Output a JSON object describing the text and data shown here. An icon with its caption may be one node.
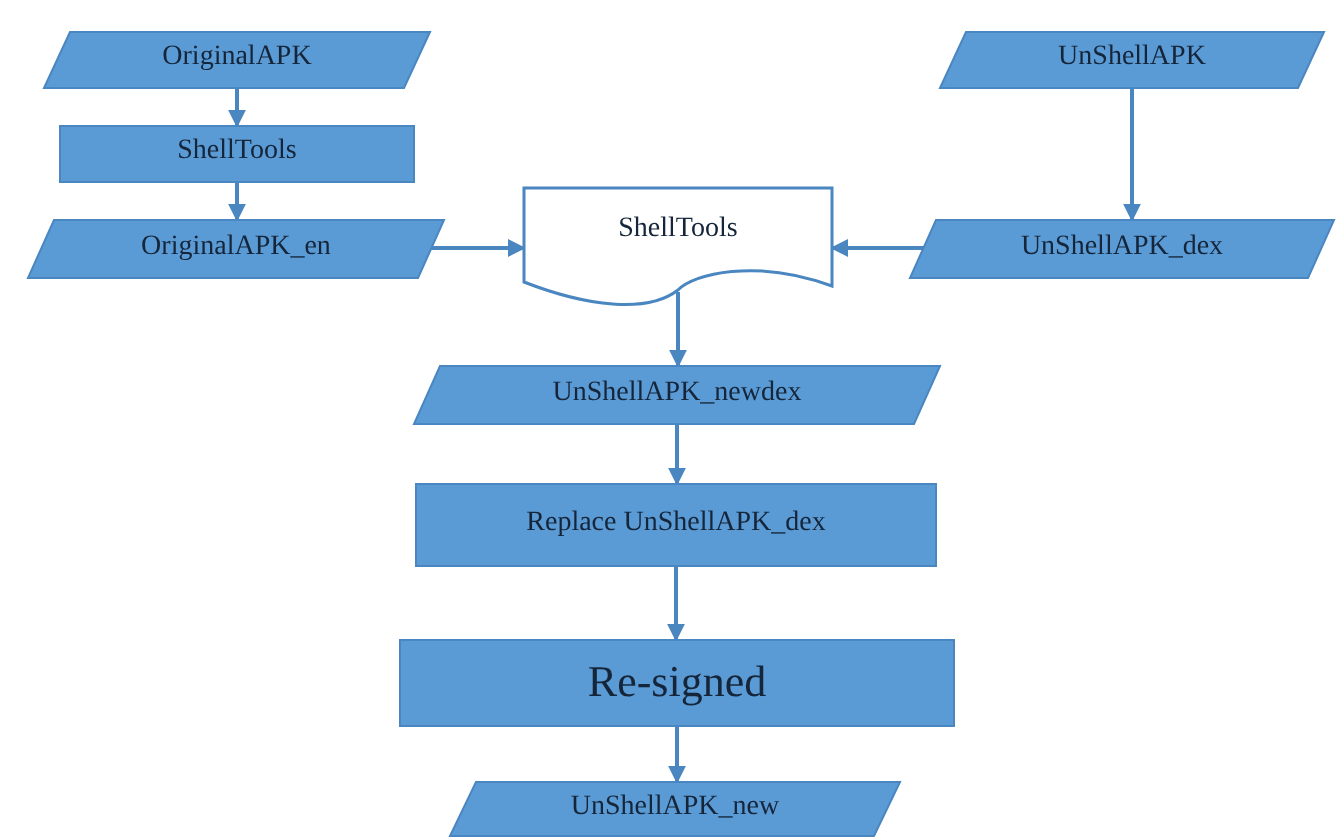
{
  "diagram": {
    "nodes": [
      {
        "text": [
          "OriginalAPK"
        ]
      },
      {
        "text": [
          "ShellTools"
        ]
      },
      {
        "text": [
          "OriginalAPK_en"
        ]
      },
      {
        "text": [
          "UnShellAPK"
        ]
      },
      {
        "text": [
          "ShellTools"
        ]
      },
      {
        "text": [
          "UnShellAPK_dex"
        ]
      },
      {
        "text": [
          "UnShellAPK_newdex"
        ]
      },
      {
        "text": [
          "Replace UnShellAPK_dex"
        ]
      },
      {
        "text": [
          "Re-signed"
        ]
      },
      {
        "text": [
          "UnShellAPK_new"
        ]
      }
    ],
    "edges": [
      {
        "from": 0,
        "to": 1,
        "arrow": "to"
      },
      {
        "from": 1,
        "to": 2,
        "arrow": "to"
      },
      {
        "from": 3,
        "to": 5,
        "arrow": "to"
      },
      {
        "from": 2,
        "to": 4,
        "arrow": "to"
      },
      {
        "from": 5,
        "to": 4,
        "arrow": "to"
      },
      {
        "from": 4,
        "to": 6,
        "arrow": "to"
      },
      {
        "from": 6,
        "to": 7,
        "arrow": "to"
      },
      {
        "from": 7,
        "to": 8,
        "arrow": "to"
      },
      {
        "from": 8,
        "to": 9,
        "arrow": "to"
      }
    ]
  }
}
